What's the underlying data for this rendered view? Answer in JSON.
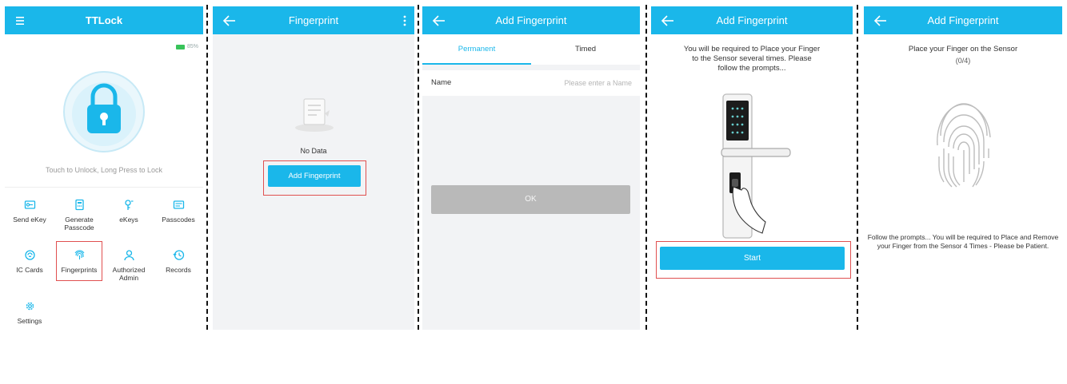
{
  "screen1": {
    "title": "TTLock",
    "battery": "85%",
    "unlock_hint": "Touch to Unlock, Long Press to Lock",
    "grid": [
      {
        "label": "Send eKey",
        "icon": "send-ekey-icon"
      },
      {
        "label": "Generate Passcode",
        "icon": "generate-passcode-icon"
      },
      {
        "label": "eKeys",
        "icon": "ekeys-icon"
      },
      {
        "label": "Passcodes",
        "icon": "passcodes-icon"
      },
      {
        "label": "IC Cards",
        "icon": "ic-cards-icon"
      },
      {
        "label": "Fingerprints",
        "icon": "fingerprint-icon"
      },
      {
        "label": "Authorized Admin",
        "icon": "authorized-admin-icon"
      },
      {
        "label": "Records",
        "icon": "records-icon"
      },
      {
        "label": "Settings",
        "icon": "settings-gear-icon"
      }
    ]
  },
  "screen2": {
    "title": "Fingerprint",
    "empty_text": "No Data",
    "add_button": "Add Fingerprint"
  },
  "screen3": {
    "title": "Add Fingerprint",
    "tabs": [
      {
        "label": "Permanent"
      },
      {
        "label": "Timed"
      }
    ],
    "active_tab": "Permanent",
    "name_label": "Name",
    "name_placeholder": "Please enter a Name",
    "name_value": "",
    "ok_button": "OK"
  },
  "screen4": {
    "title": "Add Fingerprint",
    "instructions": "You will be required to Place your Finger to the Sensor several times. Please follow the prompts...",
    "start_button": "Start"
  },
  "screen5": {
    "title": "Add Fingerprint",
    "prompt_title": "Place your Finger on the Sensor",
    "progress": "(0/4)",
    "follow_text": "Follow the prompts... You will be required to Place and Remove your Finger from the Sensor 4 Times - Please be Patient."
  },
  "colors": {
    "accent": "#1ab7ea",
    "highlight_border": "#e05050",
    "disabled_button": "#b9b9b9",
    "battery": "#38c35a"
  }
}
